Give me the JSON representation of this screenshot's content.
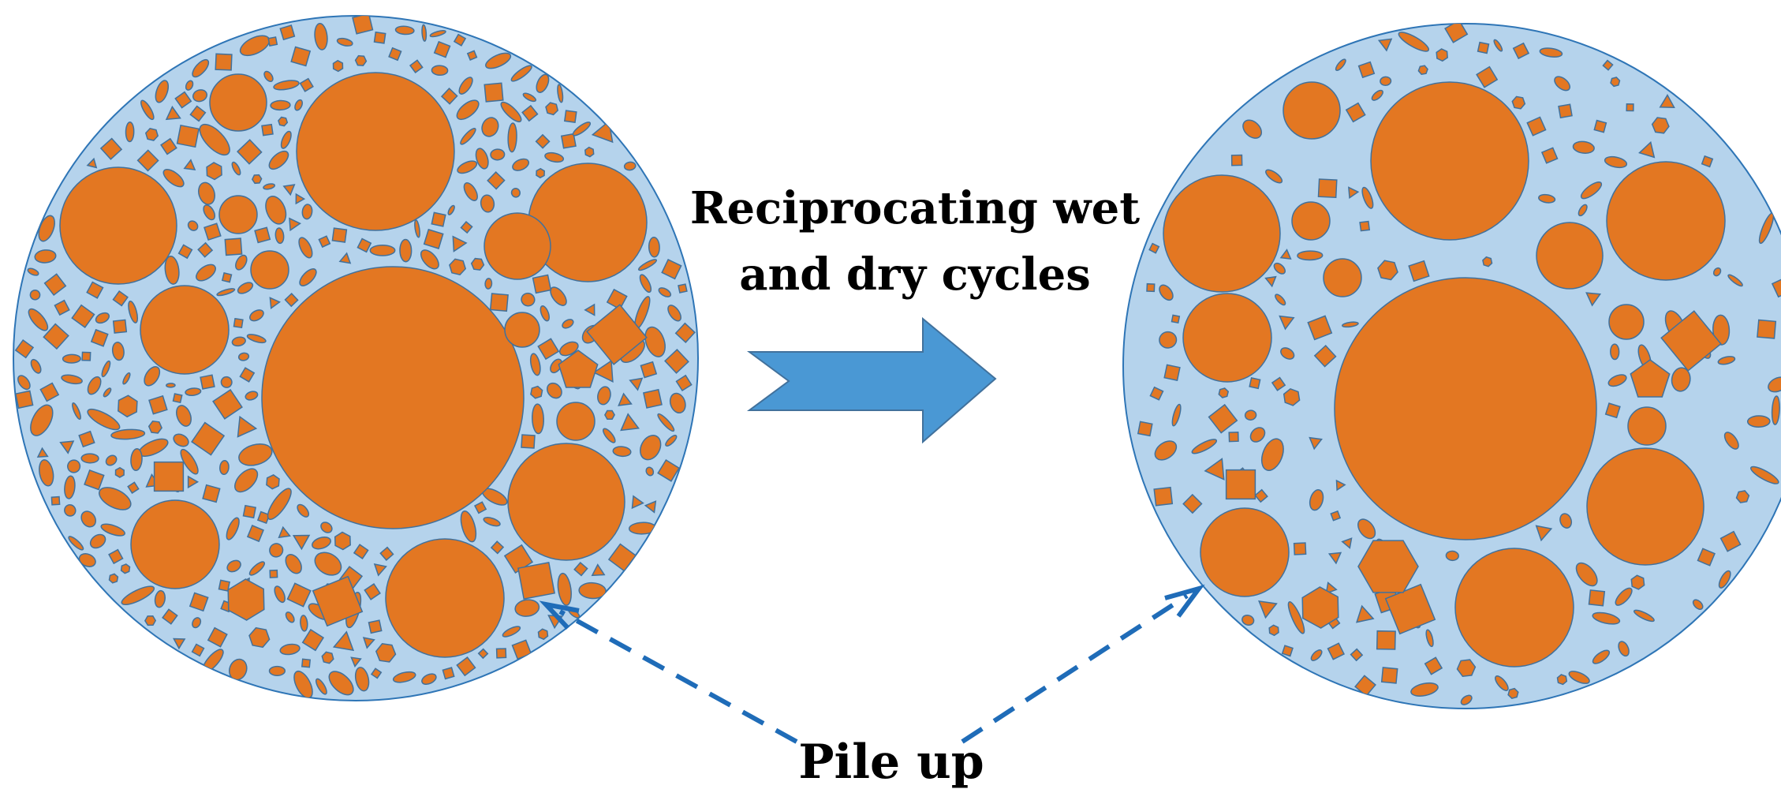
{
  "labels": {
    "process_line1": "Reciprocating wet",
    "process_line2": "and dry cycles",
    "pile_up": "Pile up"
  },
  "colors": {
    "matrix_fill": "#b5d3ec",
    "matrix_stroke": "#2e75b6",
    "particle_fill": "#e37722",
    "particle_stroke": "#41719c",
    "arrow_fill": "#4a98d4",
    "dash_arrow": "#1f6cb8",
    "text": "#000000"
  },
  "panels": [
    {
      "name": "before-cycles",
      "state": "dense packing",
      "density": "high"
    },
    {
      "name": "after-cycles",
      "state": "loosened packing",
      "density": "low"
    }
  ],
  "icons": {
    "process_arrow": "block-arrow-right",
    "pile_up_pointer": "dashed-arrow"
  }
}
